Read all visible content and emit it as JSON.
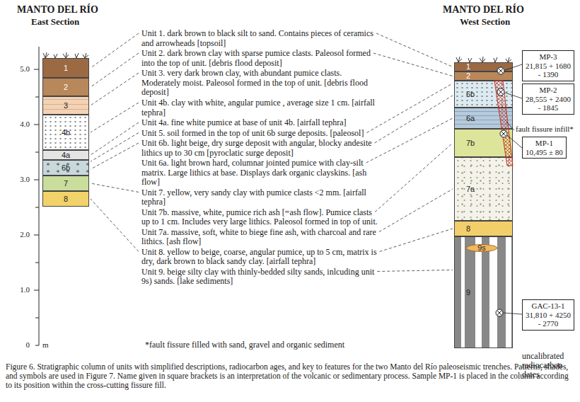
{
  "diagram": {
    "caption": "Figure 6. Stratigraphic column of units with simplified descriptions, radiocarbon ages, and key to features for the two Manto del Río paleoseismic trenches. Patterns, shades, and symbols are used in Figure 7. Name given in square brackets is an interpretation of the volcanic or sedimentary process. Sample MP-1 is placed in the column according to its position within the cross-cutting fissure fill.",
    "nodes": [
      {
        "text": [
          "1"
        ]
      },
      {
        "text": [
          "2"
        ]
      },
      {
        "text": [
          "3"
        ]
      },
      {
        "text": [
          "4b"
        ]
      },
      {
        "text": [
          "4a"
        ]
      },
      {
        "text": [
          "6b"
        ]
      },
      {
        "text": [
          "7"
        ]
      },
      {
        "text": [
          "8"
        ]
      },
      {
        "text": [
          "1"
        ]
      },
      {
        "text": [
          "2"
        ]
      },
      {
        "text": [
          "6b"
        ]
      },
      {
        "text": [
          "6a"
        ]
      },
      {
        "text": [
          "7b"
        ]
      },
      {
        "text": [
          "7a"
        ]
      },
      {
        "text": [
          "8"
        ]
      },
      {
        "text": [
          "9"
        ]
      },
      {
        "text": [
          "9s"
        ],
        "in": 15
      },
      {
        "text": [
          "MP-3",
          "21,815 + 1680",
          "- 1390"
        ]
      },
      {
        "text": [
          "MP-2",
          "28,555 + 2400",
          "- 1845"
        ]
      },
      {
        "text": [
          "MP-1",
          "10,495 ± 80"
        ]
      },
      {
        "text": [
          "GAC-13-1",
          "31,810 + 4250",
          "- 2770"
        ]
      }
    ],
    "labels": [
      "MANTO DEL RÍO",
      "East Section",
      "MANTO DEL RÍO",
      "West Section",
      "Unit 1. dark brown to black silt to sand. Contains pieces of ceramics and arrowheads [topsoil]",
      "Unit 2. dark brown clay with sparse pumice clasts. Paleosol formed into the top of unit. [debris flood deposit]",
      "Unit 3. very dark brown clay, with abundant pumice clasts. Moderately moist. Paleosol formed in the top of unit. [debris flood deposit]",
      "Unit 4b. clay with white, angular pumice , average size 1 cm. [airfall tephra]",
      "Unit 4a. fine white pumice at base of unit 4b. [airfall tephra]",
      "Unit 5. soil formed in the top of unit 6b surge deposits. [paleosol]",
      "Unit 6b. light beige, dry surge deposit with angular, blocky andesite lithics up to 30 cm [pyroclatic surge deposit]",
      "Unit  6a. light brown hard, columnar jointed pumice with clay-silt matrix. Large lithics at base. Displays dark organic clayskins. [ash flow]",
      "Unit 7. yellow, very sandy clay with pumice clasts <2 mm. [airfall tephra]",
      "Unit 7b. massive, white, pumice rich ash [=ash flow]. Pumice clasts up to 1 cm. Includes very large lithics. Paleosol formed in top of unit.",
      "Unit 7a. massive, soft, white to biege fine ash, with charcoal and rare lithics. [ash flow]",
      "Unit 8. yellow to beige, coarse, angular pumice, up to 5 cm, matrix is dry, dark brown to black sandy clay. [airfall tephra]",
      "Unit 9. beige silty clay with thinly-bedded silty sands, inlcuding unit 9s) sands. [lake sediments]",
      "5.0",
      "4.0",
      "3.0",
      "2.0",
      "1.0",
      "0",
      "m",
      "fault fissure infill*",
      "*fault fissure filled with sand, gravel and organic sediment",
      "uncalibrated radiocarbon dates"
    ]
  }
}
